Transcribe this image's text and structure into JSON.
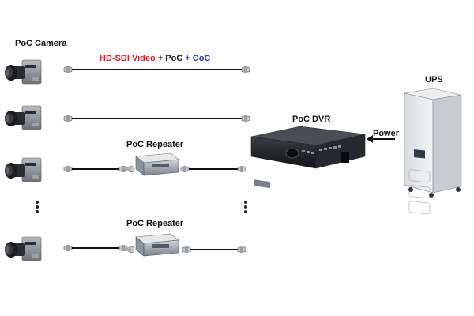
{
  "labels": {
    "camera_title": "PoC Camera",
    "signal_part1": "HD-SDI Video",
    "signal_plus1": " + PoC ",
    "signal_part2": "+ CoC",
    "repeater_1": "PoC Repeater",
    "repeater_2": "PoC Repeater",
    "dvr": "PoC DVR",
    "power": "Power",
    "ups": "UPS"
  },
  "colors": {
    "hd_sdi": "#e0141e",
    "coc": "#1f2bc8",
    "text": "#111111",
    "cable": "#111111"
  },
  "devices": {
    "cameras": [
      "camera",
      "camera",
      "camera",
      "camera"
    ],
    "ellipsis": [
      "vertical-dots",
      "vertical-dots"
    ]
  }
}
